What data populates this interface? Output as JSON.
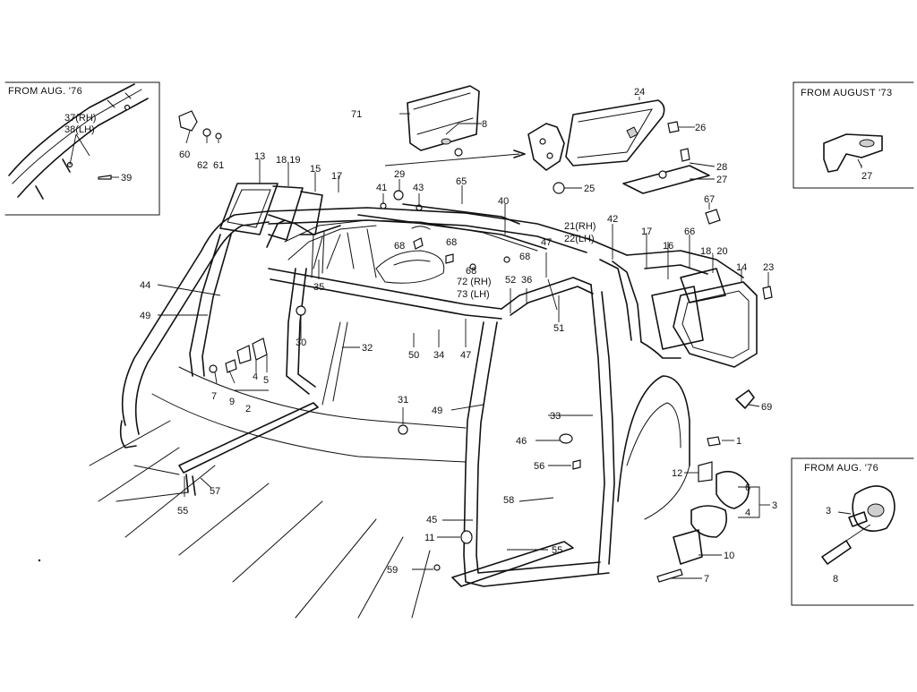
{
  "insets": {
    "top_left": "FROM AUG. '76",
    "top_right": "FROM AUGUST '73",
    "bottom_right": "FROM AUG. '76"
  },
  "callouts": {
    "c1": "1",
    "c2": "2",
    "c3": "3",
    "c3b": "3",
    "c4": "4",
    "c4b": "4",
    "c5": "5",
    "c6": "6",
    "c7": "7",
    "c7b": "7",
    "c8": "8",
    "c8b": "8",
    "c9": "9",
    "c10": "10",
    "c11": "11",
    "c12": "12",
    "c13": "13",
    "c14": "14",
    "c15": "15",
    "c16": "16",
    "c17": "17",
    "c17b": "17",
    "c18_19": "18,19",
    "c18_20": "18, 20",
    "c21": "21(RH)",
    "c22": "22(LH)",
    "c23": "23",
    "c24": "24",
    "c25": "25",
    "c26": "26",
    "c27": "27",
    "c27b": "27",
    "c28": "28",
    "c29": "29",
    "c30": "30",
    "c31": "31",
    "c32": "32",
    "c33": "33",
    "c34": "34",
    "c35": "35",
    "c36": "36",
    "c37": "37(RH)",
    "c38": "38(LH)",
    "c39": "39",
    "c40": "40",
    "c41": "41",
    "c42": "42",
    "c43": "43",
    "c44": "44",
    "c45": "45",
    "c46": "46",
    "c47": "47",
    "c47b": "47",
    "c49": "49",
    "c49b": "49",
    "c50": "50",
    "c51": "51",
    "c52": "52",
    "c55": "55",
    "c55b": "55",
    "c56": "56",
    "c57": "57",
    "c58": "58",
    "c59": "59",
    "c60": "60",
    "c61": "61",
    "c62": "62",
    "c65": "65",
    "c66": "66",
    "c67": "67",
    "c68": "68",
    "c68b": "68",
    "c68c": "68",
    "c68d": "68",
    "c69": "69",
    "c71": "71",
    "c72": "72 (RH)",
    "c73": "73 (LH)"
  }
}
